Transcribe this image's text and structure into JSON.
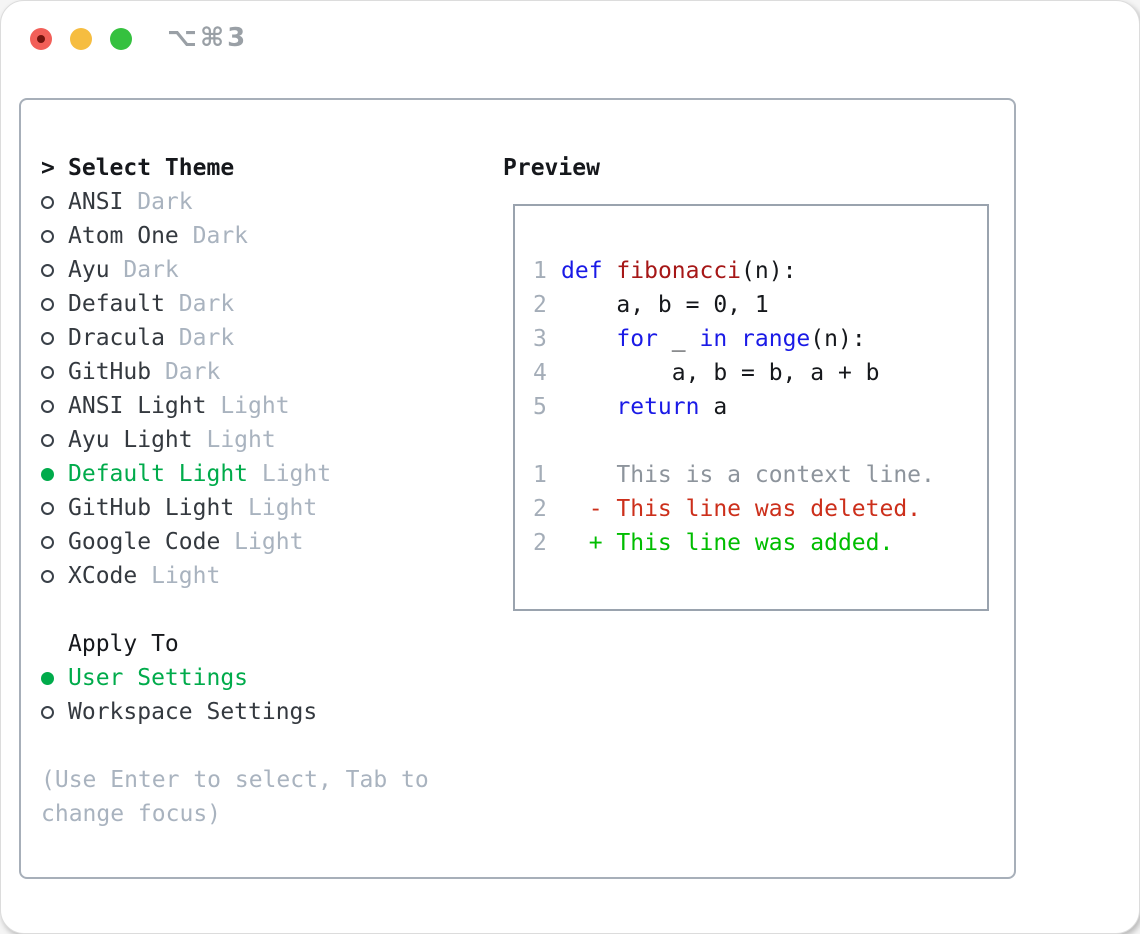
{
  "titlebar": {
    "shortcut": "⌥⌘3"
  },
  "theme_selector": {
    "header": {
      "marker": ">",
      "label": "Select Theme"
    },
    "items": [
      {
        "label": "ANSI",
        "variant": "Dark",
        "selected": false
      },
      {
        "label": "Atom One",
        "variant": "Dark",
        "selected": false
      },
      {
        "label": "Ayu",
        "variant": "Dark",
        "selected": false
      },
      {
        "label": "Default",
        "variant": "Dark",
        "selected": false
      },
      {
        "label": "Dracula",
        "variant": "Dark",
        "selected": false
      },
      {
        "label": "GitHub",
        "variant": "Dark",
        "selected": false
      },
      {
        "label": "ANSI Light",
        "variant": "Light",
        "selected": false
      },
      {
        "label": "Ayu Light",
        "variant": "Light",
        "selected": false
      },
      {
        "label": "Default Light",
        "variant": "Light",
        "selected": true
      },
      {
        "label": "GitHub Light",
        "variant": "Light",
        "selected": false
      },
      {
        "label": "Google Code",
        "variant": "Light",
        "selected": false
      },
      {
        "label": "XCode",
        "variant": "Light",
        "selected": false
      }
    ],
    "apply_to": {
      "header": "Apply To",
      "options": [
        {
          "label": "User Settings",
          "selected": true
        },
        {
          "label": "Workspace Settings",
          "selected": false
        }
      ]
    },
    "hint_lines": [
      "(Use Enter to select, Tab to",
      "change focus)"
    ]
  },
  "preview": {
    "title": "Preview",
    "lines": [
      {
        "num": "1",
        "segs": [
          [
            "kw",
            "def"
          ],
          [
            "pl",
            " "
          ],
          [
            "fn",
            "fibonacci"
          ],
          [
            "pl",
            "(n):"
          ]
        ]
      },
      {
        "num": "2",
        "segs": [
          [
            "pl",
            "    a, b = 0, 1"
          ]
        ]
      },
      {
        "num": "3",
        "segs": [
          [
            "pl",
            "    "
          ],
          [
            "kw",
            "for"
          ],
          [
            "pl",
            " _ "
          ],
          [
            "kw",
            "in"
          ],
          [
            "pl",
            " "
          ],
          [
            "kw",
            "range"
          ],
          [
            "pl",
            "(n):"
          ]
        ]
      },
      {
        "num": "4",
        "segs": [
          [
            "pl",
            "        a, b = b, a + b"
          ]
        ]
      },
      {
        "num": "5",
        "segs": [
          [
            "pl",
            "    "
          ],
          [
            "kw",
            "return"
          ],
          [
            "pl",
            " a"
          ]
        ]
      },
      {
        "num": "",
        "segs": []
      },
      {
        "num": "1",
        "segs": [
          [
            "ctx",
            "    This is a context line."
          ]
        ]
      },
      {
        "num": "2",
        "segs": [
          [
            "del",
            "  - This line was deleted."
          ]
        ]
      },
      {
        "num": "2",
        "segs": [
          [
            "add",
            "  + This line was added."
          ]
        ]
      }
    ]
  },
  "colors": {
    "selection_green": "#00ab4b",
    "added_green": "#00bd00",
    "deleted_red": "#cc2f1b",
    "keyword_blue": "#1a1ae6",
    "function_red": "#a61717",
    "muted_gray": "#a9b3bf",
    "line_number_gray": "#a4adb8",
    "context_gray": "#8d949c",
    "text_dark": "#16181c",
    "label_dark": "#34393f",
    "panel_border": "#a7afb9",
    "preview_border": "#9aa3ae",
    "traffic_red": "#f25f58",
    "traffic_red_dot": "#73140e",
    "traffic_yellow": "#f6bd40",
    "traffic_green": "#35c13f",
    "titlebar_gray": "#9aa0a6"
  }
}
